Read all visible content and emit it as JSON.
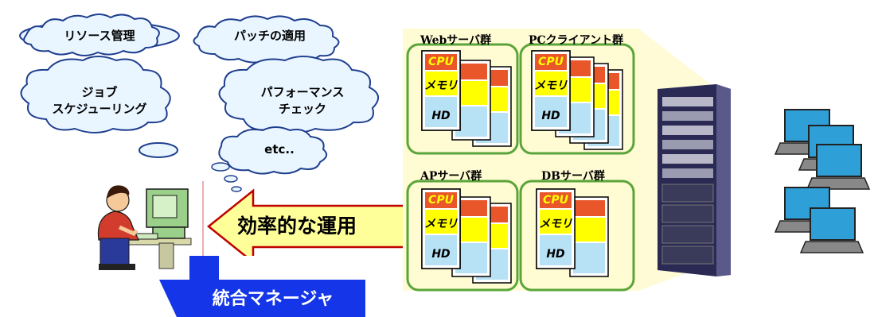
{
  "tasks": {
    "resource": "リソース管理",
    "patch": "パッチの適用",
    "job_line1": "ジョブ",
    "job_line2": "スケジューリング",
    "perf_line1": "パフォーマンス",
    "perf_line2": "チェック",
    "etc": "etc.."
  },
  "arrow_label": "効率的な運用",
  "manager_label": "統合マネージャ",
  "groups": {
    "web": "Webサーバ群",
    "pc": "PCクライアント群",
    "ap": "APサーバ群",
    "db": "DBサーバ群"
  },
  "card": {
    "cpu": "CPU",
    "memory": "メモリ",
    "hd": "HD"
  },
  "colors": {
    "cloud_fill": "#eaf6ff",
    "cloud_stroke": "#1f3f8f",
    "arrow_fill": "#ffff99",
    "arrow_stroke": "#c00000",
    "panel_bg": "#fffbd2",
    "group_border": "#5aa53a",
    "card_red": "#e8562a",
    "card_yellow": "#ffff00",
    "card_blue": "#b7e1f5",
    "manager_bg": "#1536e8",
    "rack_dark": "#1c1c3a",
    "laptop_screen": "#2f9fd8"
  },
  "icons": [
    "cloud-icon",
    "operator-icon",
    "server-rack-icon",
    "laptop-icon"
  ]
}
